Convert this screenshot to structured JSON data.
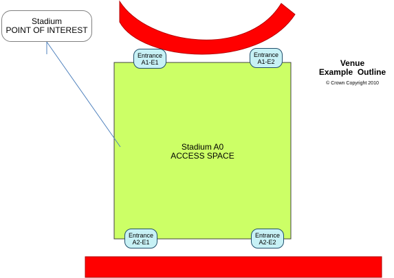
{
  "poi_callout": {
    "line1": "Stadium",
    "line2": "POINT OF INTEREST"
  },
  "access_space": {
    "line1": "Stadium A0",
    "line2": "ACCESS SPACE",
    "fill": "#ccff66"
  },
  "entrances": [
    {
      "line1": "Entrance",
      "line2": "A1-E1"
    },
    {
      "line1": "Entrance",
      "line2": "A1-E2"
    },
    {
      "line1": "Entrance",
      "line2": "A2-E1"
    },
    {
      "line1": "Entrance",
      "line2": "A2-E2"
    }
  ],
  "venue": {
    "line1": "Venue",
    "line2": "Example  Outline",
    "copyright": "© Crown Copyright 2010"
  },
  "colors": {
    "road": "#ff0000",
    "entrance_fill": "#c7f1f5",
    "leader_line": "#4f81bd"
  }
}
